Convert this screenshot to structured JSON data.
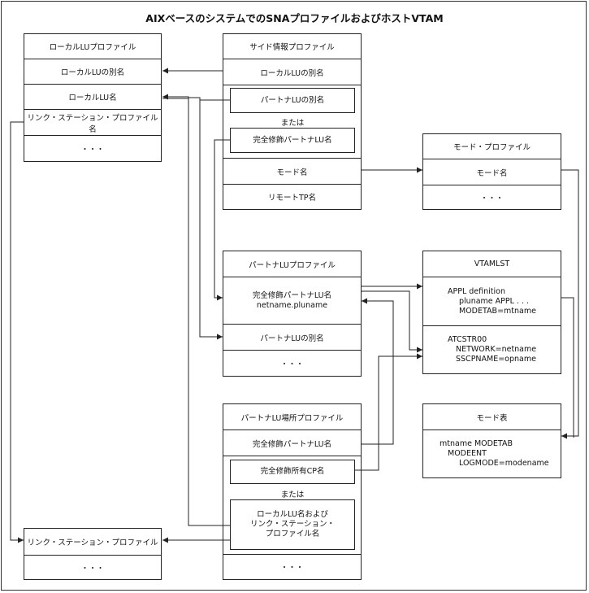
{
  "title": "AIXベースのシステムでのSNAプロファイルおよびホストVTAM",
  "local_lu_profile": {
    "header": "ローカルLUプロファイル",
    "rows": [
      "ローカルLUの別名",
      "ローカルLU名",
      "リンク・ステーション・プロファイル名",
      "・・・"
    ]
  },
  "side_info_profile": {
    "header": "サイド情報プロファイル",
    "local_alias": "ローカルLUの別名",
    "partner_alias": "パートナLUの別名",
    "or": "または",
    "fq_partner": "完全修飾パートナLU名",
    "mode_name": "モード名",
    "remote_tp": "リモートTP名"
  },
  "mode_profile": {
    "header": "モード・プロファイル",
    "rows": [
      "モード名",
      "・・・"
    ]
  },
  "partner_lu_profile": {
    "header": "パートナLUプロファイル",
    "fq_name": "完全修飾パートナLU名",
    "fq_value": "netname.pluname",
    "alias": "パートナLUの別名",
    "more": "・・・"
  },
  "vtamlst": {
    "header": "VTAMLST",
    "appl_lines": [
      "APPL definition",
      "pluname APPL . . .",
      "MODETAB=mtname"
    ],
    "atcstr_lines": [
      "ATCSTR00",
      "NETWORK=netname",
      "SSCPNAME=opname"
    ]
  },
  "mode_table": {
    "header": "モード表",
    "lines": [
      "mtname MODETAB",
      "MODEENT",
      "LOGMODE=modename"
    ]
  },
  "partner_location_profile": {
    "header": "パートナLU場所プロファイル",
    "fq_partner": "完全修飾パートナLU名",
    "fq_owner_cp": "完全修飾所有CP名",
    "or": "または",
    "local_lines": [
      "ローカルLU名および",
      "リンク・ステーション・",
      "プロファイル名"
    ],
    "more": "・・・"
  },
  "link_station_profile": {
    "header": "リンク・ステーション・プロファイル",
    "more": "・・・"
  }
}
